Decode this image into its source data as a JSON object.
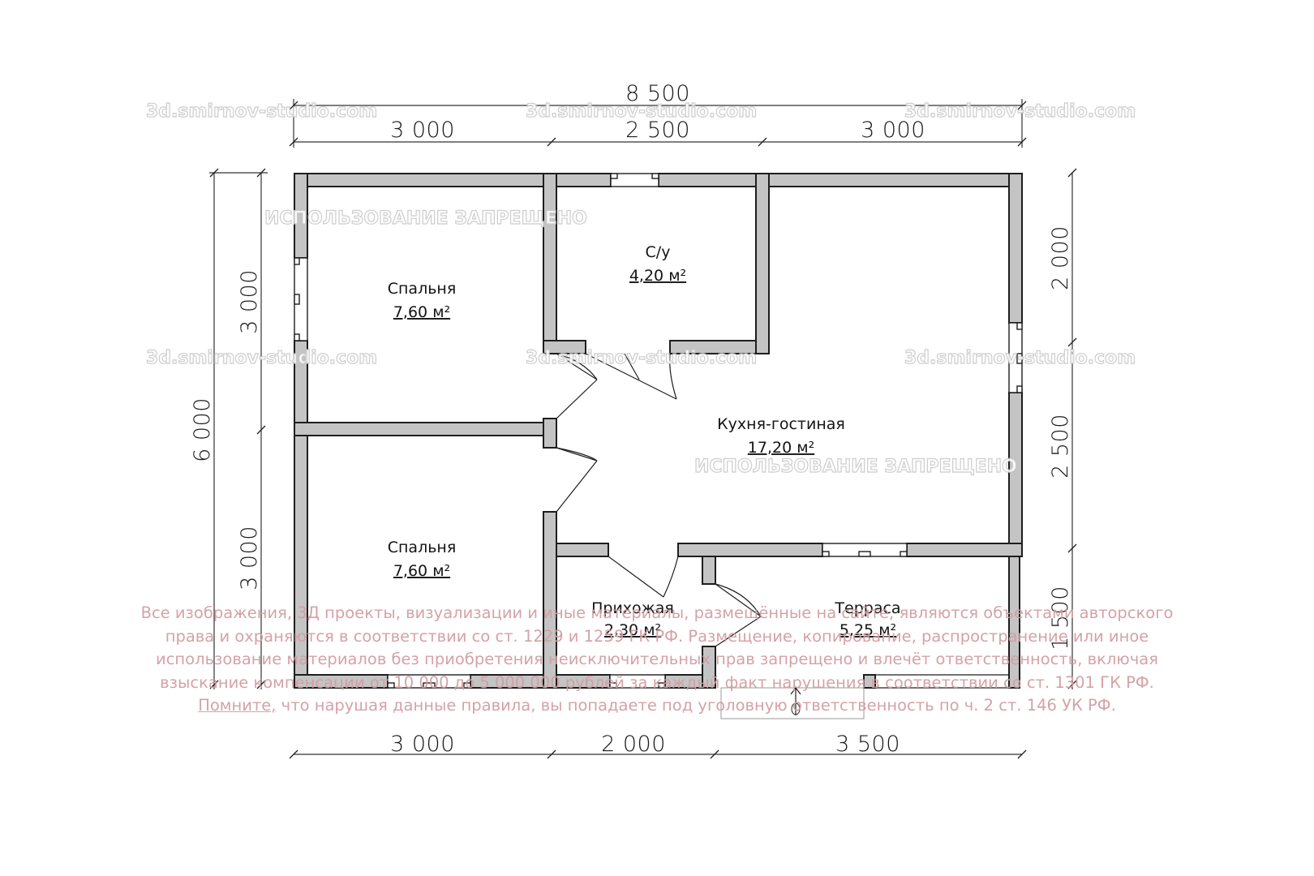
{
  "plan": {
    "overall_width": "8 500",
    "overall_height": "6 000",
    "top_dims": [
      "3 000",
      "2 500",
      "3 000"
    ],
    "bottom_dims": [
      "3 000",
      "2 000",
      "3 500"
    ],
    "left_dims": [
      "3 000",
      "3 000"
    ],
    "right_dims": [
      "2 000",
      "2 500",
      "1 500"
    ],
    "rooms": [
      {
        "name": "Спальня",
        "area": "7,60 м²"
      },
      {
        "name": "С/у",
        "area": "4,20 м²"
      },
      {
        "name": "Кухня-гостиная",
        "area": "17,20 м²"
      },
      {
        "name": "Спальня",
        "area": "7,60 м²"
      },
      {
        "name": "Прихожая",
        "area": "2,30 м²"
      },
      {
        "name": "Терраса",
        "area": "5,25 м²"
      }
    ],
    "colors": {
      "wall": "#c4c4c4",
      "outline": "#1e1e1e",
      "notice": "#d29ea3"
    }
  },
  "watermarks": {
    "site": "3d.smirnov-studio.com",
    "forbidden": "ИСПОЛЬЗОВАНИЕ ЗАПРЕЩЕНО"
  },
  "notice": {
    "line1": "Все изображения, 3Д проекты, визуализации и иные материалы, размещённые на сайте, являются объектами авторского",
    "line2": "права и охраняются в соответствии со ст. 1229 и 1259 ГК РФ. Размещение, копирование, распространение или иное",
    "line3": "использование материалов без приобретения неисключительных прав запрещено и влечёт ответственность, включая",
    "line4": "взыскание компенсации от 10 000 до 5 000 000 рублей за каждый факт нарушения в соответствии со ст. 1301 ГК РФ.",
    "line5_prefix": "Помните,",
    "line5_rest": " что нарушая данные правила, вы попадаете под уголовную ответственность по ч. 2 ст. 146 УК РФ."
  }
}
